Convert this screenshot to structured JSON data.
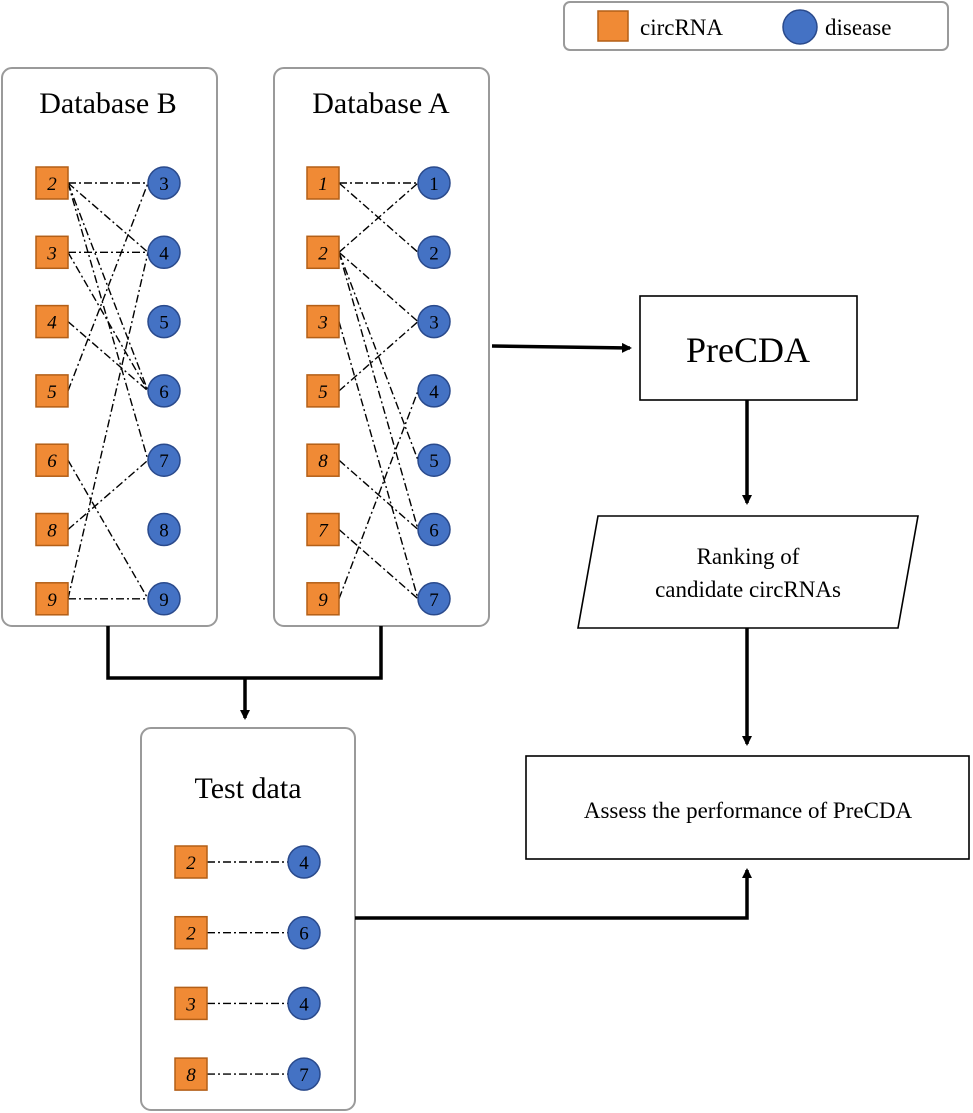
{
  "legend": {
    "square_label": "circRNA",
    "circle_label": "disease"
  },
  "colors": {
    "circrna": "#f08a35",
    "disease": "#4472c4"
  },
  "database_b": {
    "title": "Database B",
    "circrnas": [
      "2",
      "3",
      "4",
      "5",
      "6",
      "8",
      "9"
    ],
    "diseases": [
      "3",
      "4",
      "5",
      "6",
      "7",
      "8",
      "9"
    ],
    "links": [
      [
        "2",
        "3"
      ],
      [
        "2",
        "4"
      ],
      [
        "2",
        "6"
      ],
      [
        "2",
        "7"
      ],
      [
        "3",
        "4"
      ],
      [
        "3",
        "6"
      ],
      [
        "4",
        "6"
      ],
      [
        "5",
        "3"
      ],
      [
        "6",
        "9"
      ],
      [
        "8",
        "7"
      ],
      [
        "9",
        "4"
      ],
      [
        "9",
        "9"
      ]
    ]
  },
  "database_a": {
    "title": "Database A",
    "circrnas": [
      "1",
      "2",
      "3",
      "5",
      "8",
      "7",
      "9"
    ],
    "diseases": [
      "1",
      "2",
      "3",
      "4",
      "5",
      "6",
      "7"
    ],
    "links": [
      [
        "1",
        "1"
      ],
      [
        "1",
        "2"
      ],
      [
        "2",
        "1"
      ],
      [
        "2",
        "3"
      ],
      [
        "2",
        "5"
      ],
      [
        "2",
        "6"
      ],
      [
        "3",
        "7"
      ],
      [
        "5",
        "3"
      ],
      [
        "8",
        "6"
      ],
      [
        "7",
        "7"
      ],
      [
        "9",
        "4"
      ]
    ]
  },
  "test_data": {
    "title": "Test data",
    "pairs": [
      [
        "2",
        "4"
      ],
      [
        "2",
        "6"
      ],
      [
        "3",
        "4"
      ],
      [
        "8",
        "7"
      ]
    ]
  },
  "model_box": {
    "label": "PreCDA"
  },
  "ranking_box": {
    "line1": "Ranking of",
    "line2": "candidate circRNAs"
  },
  "assess_box": {
    "label": "Assess the performance of PreCDA"
  }
}
